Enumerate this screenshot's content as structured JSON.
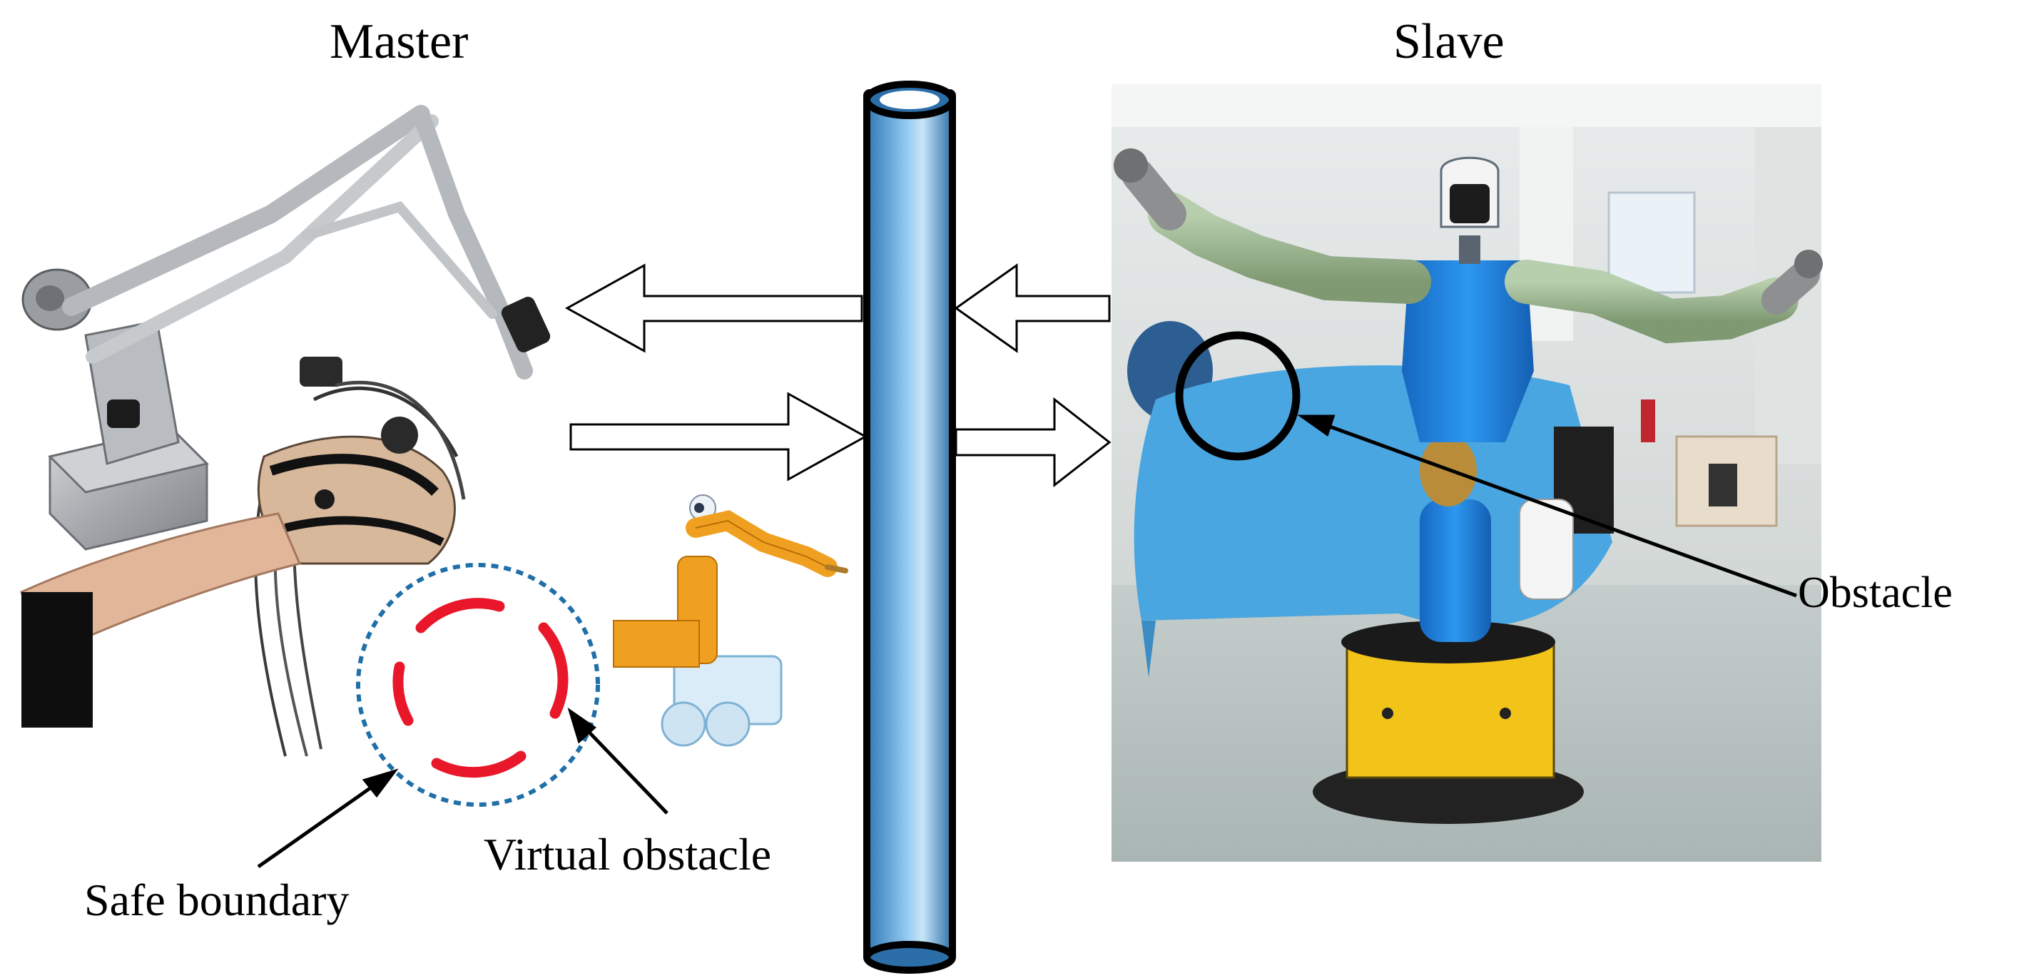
{
  "labels": {
    "master": "Master",
    "slave": "Slave",
    "obstacle": "Obstacle",
    "virtual_obstacle": "Virtual obstacle",
    "safe_boundary": "Safe boundary"
  },
  "colors": {
    "channel_blue": "#4a9fd8",
    "channel_outline": "#000000",
    "virtual_obstacle_red": "#e8182a",
    "safe_boundary_blue": "#1f6fa8",
    "robot_orange": "#f0a020",
    "robot_blue": "#1e8ae0",
    "robot_green": "#9db88f",
    "robot_base_yellow": "#f2c318",
    "floor_gray": "#c9d0cf",
    "cloth_blue": "#4aa6e0"
  },
  "icons": {
    "master_device": "haptic-exoskeleton-illustration",
    "virtual_robot": "virtual-humanoid-robot-icon",
    "slave_robot": "humanoid-robot-photo-illustration"
  }
}
